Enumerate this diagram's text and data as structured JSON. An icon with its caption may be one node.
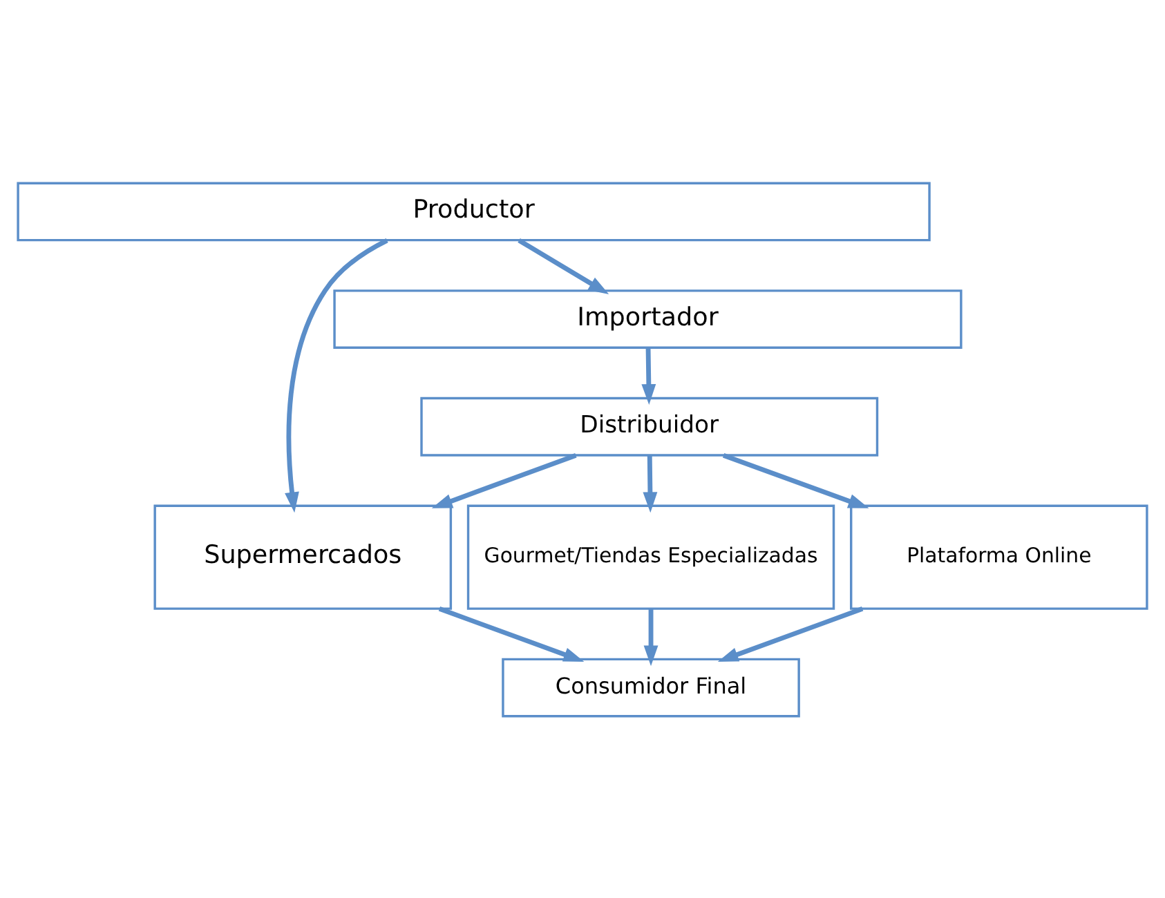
{
  "diagram": {
    "nodes": [
      {
        "text": [
          "Productor"
        ]
      },
      {
        "text": [
          "Importador"
        ]
      },
      {
        "text": [
          "Distribuidor"
        ]
      },
      {
        "text": [
          "Supermercados"
        ]
      },
      {
        "text": [
          "Gourmet/Tiendas Especializadas"
        ]
      },
      {
        "text": [
          "Plataforma Online"
        ]
      },
      {
        "text": [
          "Consumidor Final"
        ]
      }
    ],
    "edges": [
      {
        "from": 0,
        "to": 3,
        "arrow": "to"
      },
      {
        "from": 0,
        "to": 1,
        "arrow": "to"
      },
      {
        "from": 1,
        "to": 2,
        "arrow": "to"
      },
      {
        "from": 2,
        "to": 3,
        "arrow": "to"
      },
      {
        "from": 2,
        "to": 4,
        "arrow": "to"
      },
      {
        "from": 2,
        "to": 5,
        "arrow": "to"
      },
      {
        "from": 3,
        "to": 6,
        "arrow": "to"
      },
      {
        "from": 4,
        "to": 6,
        "arrow": "to"
      },
      {
        "from": 5,
        "to": 6,
        "arrow": "to"
      }
    ]
  }
}
